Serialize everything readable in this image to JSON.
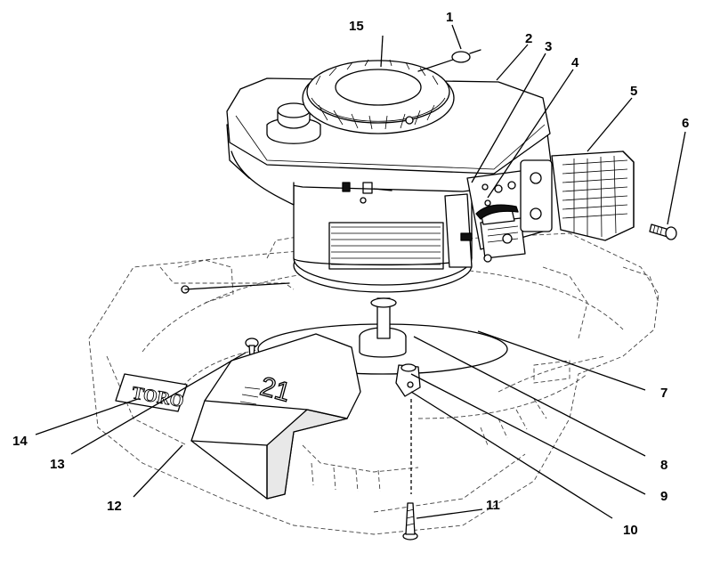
{
  "callouts": {
    "c1": "1",
    "c2": "2",
    "c3": "3",
    "c4": "4",
    "c5": "5",
    "c6": "6",
    "c7": "7",
    "c8": "8",
    "c9": "9",
    "c10": "10",
    "c11": "11",
    "c12": "12",
    "c13": "13",
    "c14": "14",
    "c15": "15"
  },
  "decals": {
    "brand": "TORO",
    "model": "21"
  }
}
